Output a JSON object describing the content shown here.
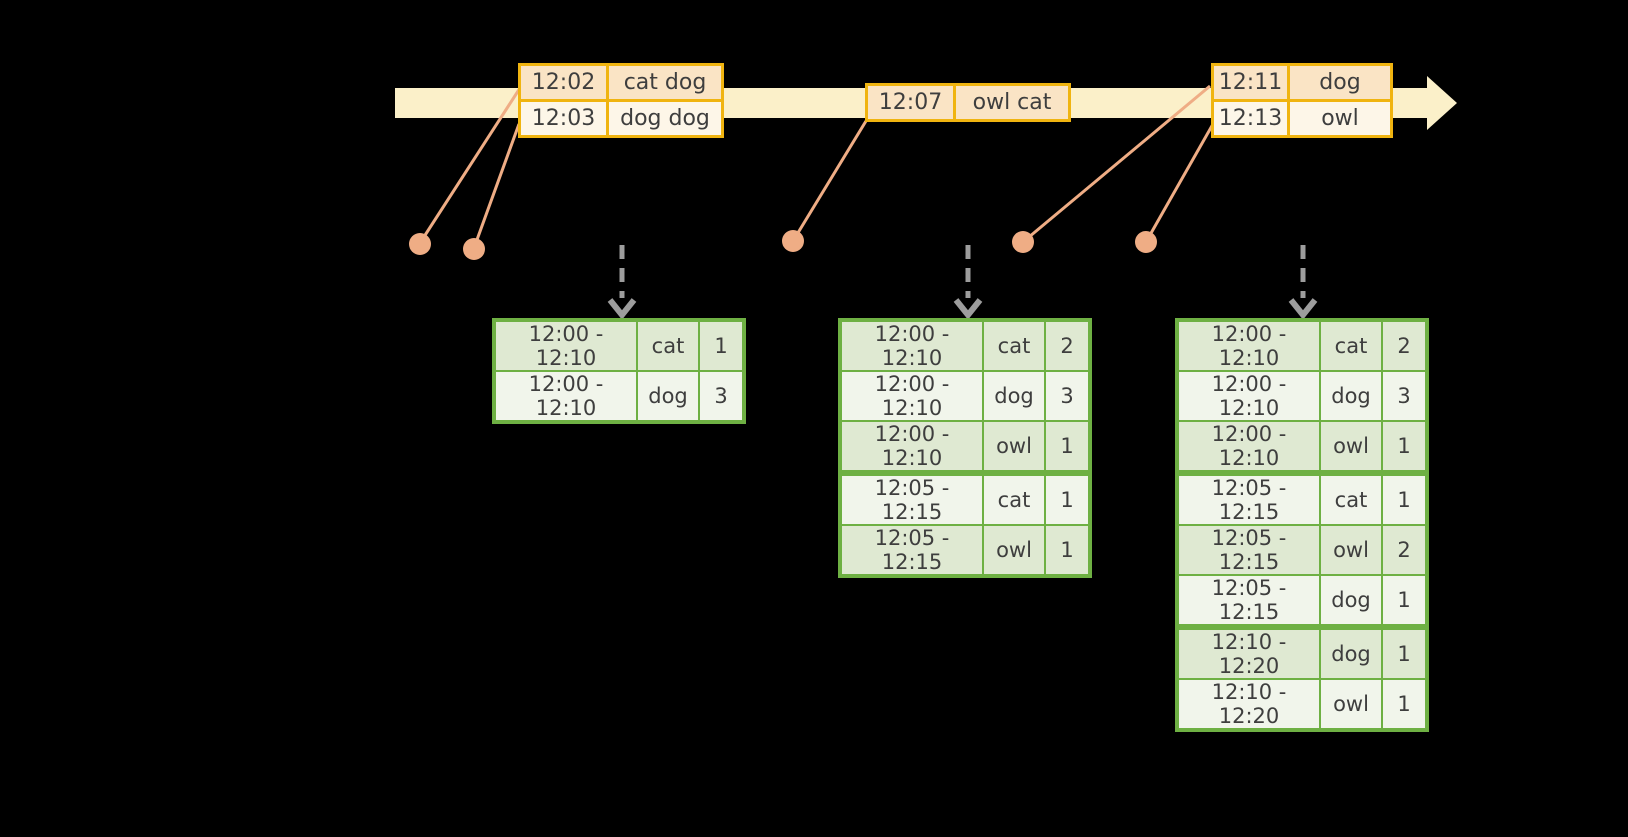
{
  "diagram": {
    "palette": {
      "background": "#000000",
      "timeline_fill": "#fbf0c9",
      "event_table_border": "#f0b410",
      "event_row_peach": "#fae4c5",
      "event_row_cream": "#fdf6e8",
      "connector_salmon": "#efad85",
      "trigger_gray": "#9d9d9d",
      "result_table_border": "#6eb043",
      "result_row_green": "#dfe9d2",
      "result_row_white": "#f1f5eb",
      "text": "#3e3e3e"
    },
    "event_stream_tables": [
      {
        "rows": [
          {
            "time": "12:02",
            "words": "cat dog"
          },
          {
            "time": "12:03",
            "words": "dog dog"
          }
        ]
      },
      {
        "rows": [
          {
            "time": "12:07",
            "words": "owl cat"
          }
        ]
      },
      {
        "rows": [
          {
            "time": "12:11",
            "words": "dog"
          },
          {
            "time": "12:13",
            "words": "owl"
          }
        ]
      }
    ],
    "result_tables": [
      {
        "rows": [
          {
            "window": "12:00 - 12:10",
            "word": "cat",
            "count": "1"
          },
          {
            "window": "12:00 - 12:10",
            "word": "dog",
            "count": "3"
          }
        ]
      },
      {
        "rows": [
          {
            "window": "12:00 - 12:10",
            "word": "cat",
            "count": "2"
          },
          {
            "window": "12:00 - 12:10",
            "word": "dog",
            "count": "3"
          },
          {
            "window": "12:00 - 12:10",
            "word": "owl",
            "count": "1"
          },
          {
            "window": "12:05 - 12:15",
            "word": "cat",
            "count": "1"
          },
          {
            "window": "12:05 - 12:15",
            "word": "owl",
            "count": "1"
          }
        ]
      },
      {
        "rows": [
          {
            "window": "12:00 - 12:10",
            "word": "cat",
            "count": "2"
          },
          {
            "window": "12:00 - 12:10",
            "word": "dog",
            "count": "3"
          },
          {
            "window": "12:00 - 12:10",
            "word": "owl",
            "count": "1"
          },
          {
            "window": "12:05 - 12:15",
            "word": "cat",
            "count": "1"
          },
          {
            "window": "12:05 - 12:15",
            "word": "owl",
            "count": "2"
          },
          {
            "window": "12:05 - 12:15",
            "word": "dog",
            "count": "1"
          },
          {
            "window": "12:10 - 12:20",
            "word": "dog",
            "count": "1"
          },
          {
            "window": "12:10 - 12:20",
            "word": "owl",
            "count": "1"
          }
        ]
      }
    ]
  }
}
